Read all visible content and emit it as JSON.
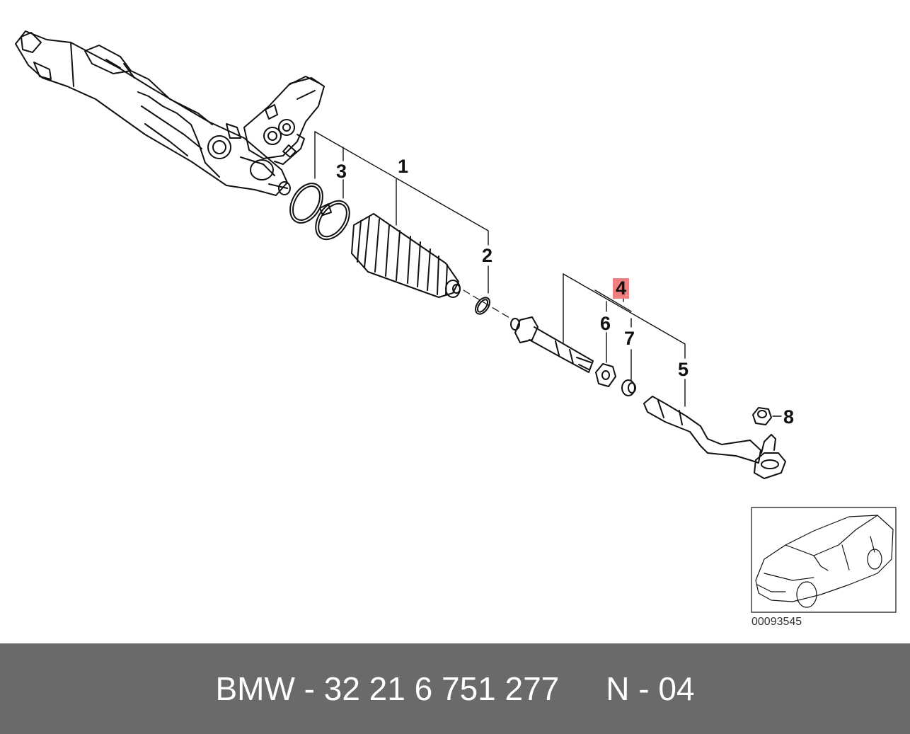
{
  "diagram": {
    "callouts": [
      {
        "id": "1",
        "label": "1",
        "highlighted": false
      },
      {
        "id": "2",
        "label": "2",
        "highlighted": false
      },
      {
        "id": "3",
        "label": "3",
        "highlighted": false
      },
      {
        "id": "4",
        "label": "4",
        "highlighted": true
      },
      {
        "id": "5",
        "label": "5",
        "highlighted": false
      },
      {
        "id": "6",
        "label": "6",
        "highlighted": false
      },
      {
        "id": "7",
        "label": "7",
        "highlighted": false
      },
      {
        "id": "8",
        "label": "8",
        "highlighted": false
      }
    ],
    "reference_code": "00093545",
    "highlight_color": "#f08080"
  },
  "footer": {
    "part_text": "BMW - 32 21 6 751 277",
    "position_text": "N - 04",
    "background": "#6a6a6a"
  }
}
